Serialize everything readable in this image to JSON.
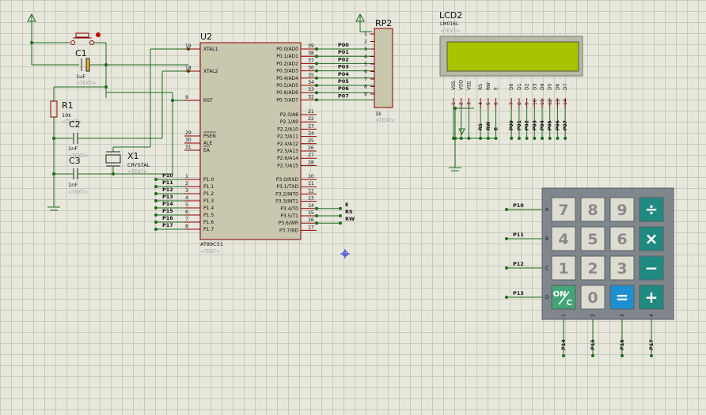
{
  "power": {
    "terminals": [
      "vcc-top-left",
      "vcc-rp2",
      "gnd-c2c3",
      "gnd-lcd"
    ]
  },
  "mcu": {
    "ref": "U2",
    "part": "AT89C51",
    "text_tag": "<TEXT>",
    "left_pins": [
      {
        "num": "19",
        "name": "XTAL1"
      },
      {
        "num": "18",
        "name": "XTAL2"
      },
      {
        "num": "9",
        "name": "RST"
      },
      {
        "num": "29",
        "name": "PSEN"
      },
      {
        "num": "30",
        "name": "ALE"
      },
      {
        "num": "31",
        "name": "EA"
      },
      {
        "num": "1",
        "name": "P1.0",
        "net": "P10"
      },
      {
        "num": "2",
        "name": "P1.1",
        "net": "P11"
      },
      {
        "num": "3",
        "name": "P1.2",
        "net": "P12"
      },
      {
        "num": "4",
        "name": "P1.3",
        "net": "P13"
      },
      {
        "num": "5",
        "name": "P1.4",
        "net": "P14"
      },
      {
        "num": "6",
        "name": "P1.5",
        "net": "P15"
      },
      {
        "num": "7",
        "name": "P1.6",
        "net": "P16"
      },
      {
        "num": "8",
        "name": "P1.7",
        "net": "P17"
      }
    ],
    "right_pins": [
      {
        "num": "39",
        "name": "P0.0/AD0",
        "net": "P00"
      },
      {
        "num": "38",
        "name": "P0.1/AD1",
        "net": "P01"
      },
      {
        "num": "37",
        "name": "P0.2/AD2",
        "net": "P02"
      },
      {
        "num": "36",
        "name": "P0.3/AD3",
        "net": "P03"
      },
      {
        "num": "35",
        "name": "P0.4/AD4",
        "net": "P04"
      },
      {
        "num": "34",
        "name": "P0.5/AD5",
        "net": "P05"
      },
      {
        "num": "33",
        "name": "P0.6/AD6",
        "net": "P06"
      },
      {
        "num": "32",
        "name": "P0.7/AD7",
        "net": "P07"
      },
      {
        "num": "21",
        "name": "P2.0/A8"
      },
      {
        "num": "22",
        "name": "P2.1/A9"
      },
      {
        "num": "23",
        "name": "P2.2/A10"
      },
      {
        "num": "24",
        "name": "P2.3/A11"
      },
      {
        "num": "25",
        "name": "P2.4/A12"
      },
      {
        "num": "26",
        "name": "P2.5/A13"
      },
      {
        "num": "27",
        "name": "P2.6/A14"
      },
      {
        "num": "28",
        "name": "P2.7/A15"
      },
      {
        "num": "10",
        "name": "P3.0/RXD"
      },
      {
        "num": "11",
        "name": "P3.1/TXD"
      },
      {
        "num": "12",
        "name": "P3.2/INT0"
      },
      {
        "num": "13",
        "name": "P3.3/INT1"
      },
      {
        "num": "14",
        "name": "P3.4/T0",
        "net": "E"
      },
      {
        "num": "15",
        "name": "P3.5/T1",
        "net": "RS"
      },
      {
        "num": "16",
        "name": "P3.6/WR",
        "net": "RW"
      },
      {
        "num": "17",
        "name": "P3.7/RD"
      }
    ]
  },
  "c1": {
    "ref": "C1",
    "value": "1uF",
    "text_tag": "<TEXT>"
  },
  "r1": {
    "ref": "R1",
    "value": "10k",
    "text_tag": "<TEXT>"
  },
  "c2": {
    "ref": "C2",
    "value": "1nF",
    "text_tag": "<TEXT>"
  },
  "c3": {
    "ref": "C3",
    "value": "1nF",
    "text_tag": "<TEXT>"
  },
  "x1": {
    "ref": "X1",
    "value": "CRYSTAL",
    "text_tag": "<TEXT>"
  },
  "rp2": {
    "ref": "RP2",
    "value": "1k",
    "text_tag": "<TEXT>",
    "pins": [
      "1",
      "2",
      "3",
      "4",
      "5",
      "6",
      "7",
      "8",
      "9"
    ]
  },
  "lcd": {
    "ref": "LCD2",
    "part": "LM016L",
    "text_tag": "<TEXT>",
    "display_color": "#a8c400",
    "pins": [
      {
        "name": "VSS",
        "num": "1"
      },
      {
        "name": "VDD",
        "num": "2"
      },
      {
        "name": "VEE",
        "num": "3"
      },
      {
        "name": "RS",
        "num": "4",
        "net": "RS"
      },
      {
        "name": "RW",
        "num": "5",
        "net": "RW"
      },
      {
        "name": "E",
        "num": "6",
        "net": "E"
      },
      {
        "name": "D0",
        "num": "7",
        "net": "P00"
      },
      {
        "name": "D1",
        "num": "8",
        "net": "P01"
      },
      {
        "name": "D2",
        "num": "9",
        "net": "P02"
      },
      {
        "name": "D3",
        "num": "10",
        "net": "P03"
      },
      {
        "name": "D4",
        "num": "11",
        "net": "P04"
      },
      {
        "name": "D5",
        "num": "12",
        "net": "P05"
      },
      {
        "name": "D6",
        "num": "13",
        "net": "P06"
      },
      {
        "name": "D7",
        "num": "14",
        "net": "P07"
      }
    ]
  },
  "keypad": {
    "rows": [
      {
        "letter": "A",
        "net": "P10"
      },
      {
        "letter": "B",
        "net": "P11"
      },
      {
        "letter": "C",
        "net": "P12"
      },
      {
        "letter": "D",
        "net": "P13"
      }
    ],
    "cols": [
      {
        "num": "1",
        "net": "P14"
      },
      {
        "num": "2",
        "net": "P15"
      },
      {
        "num": "3",
        "net": "P16"
      },
      {
        "num": "4",
        "net": "P17"
      }
    ],
    "keys": [
      [
        "7",
        "8",
        "9",
        "÷"
      ],
      [
        "4",
        "5",
        "6",
        "×"
      ],
      [
        "1",
        "2",
        "3",
        "−"
      ],
      [
        "ON/C",
        "0",
        "=",
        "+"
      ]
    ],
    "colors": {
      "body": "#7f868c",
      "key": "#dcdcd0",
      "op": "#1f8a80",
      "equals": "#1e8fd0",
      "on": "#43a575"
    }
  },
  "marker": {
    "name": "cursor-crosshair"
  }
}
